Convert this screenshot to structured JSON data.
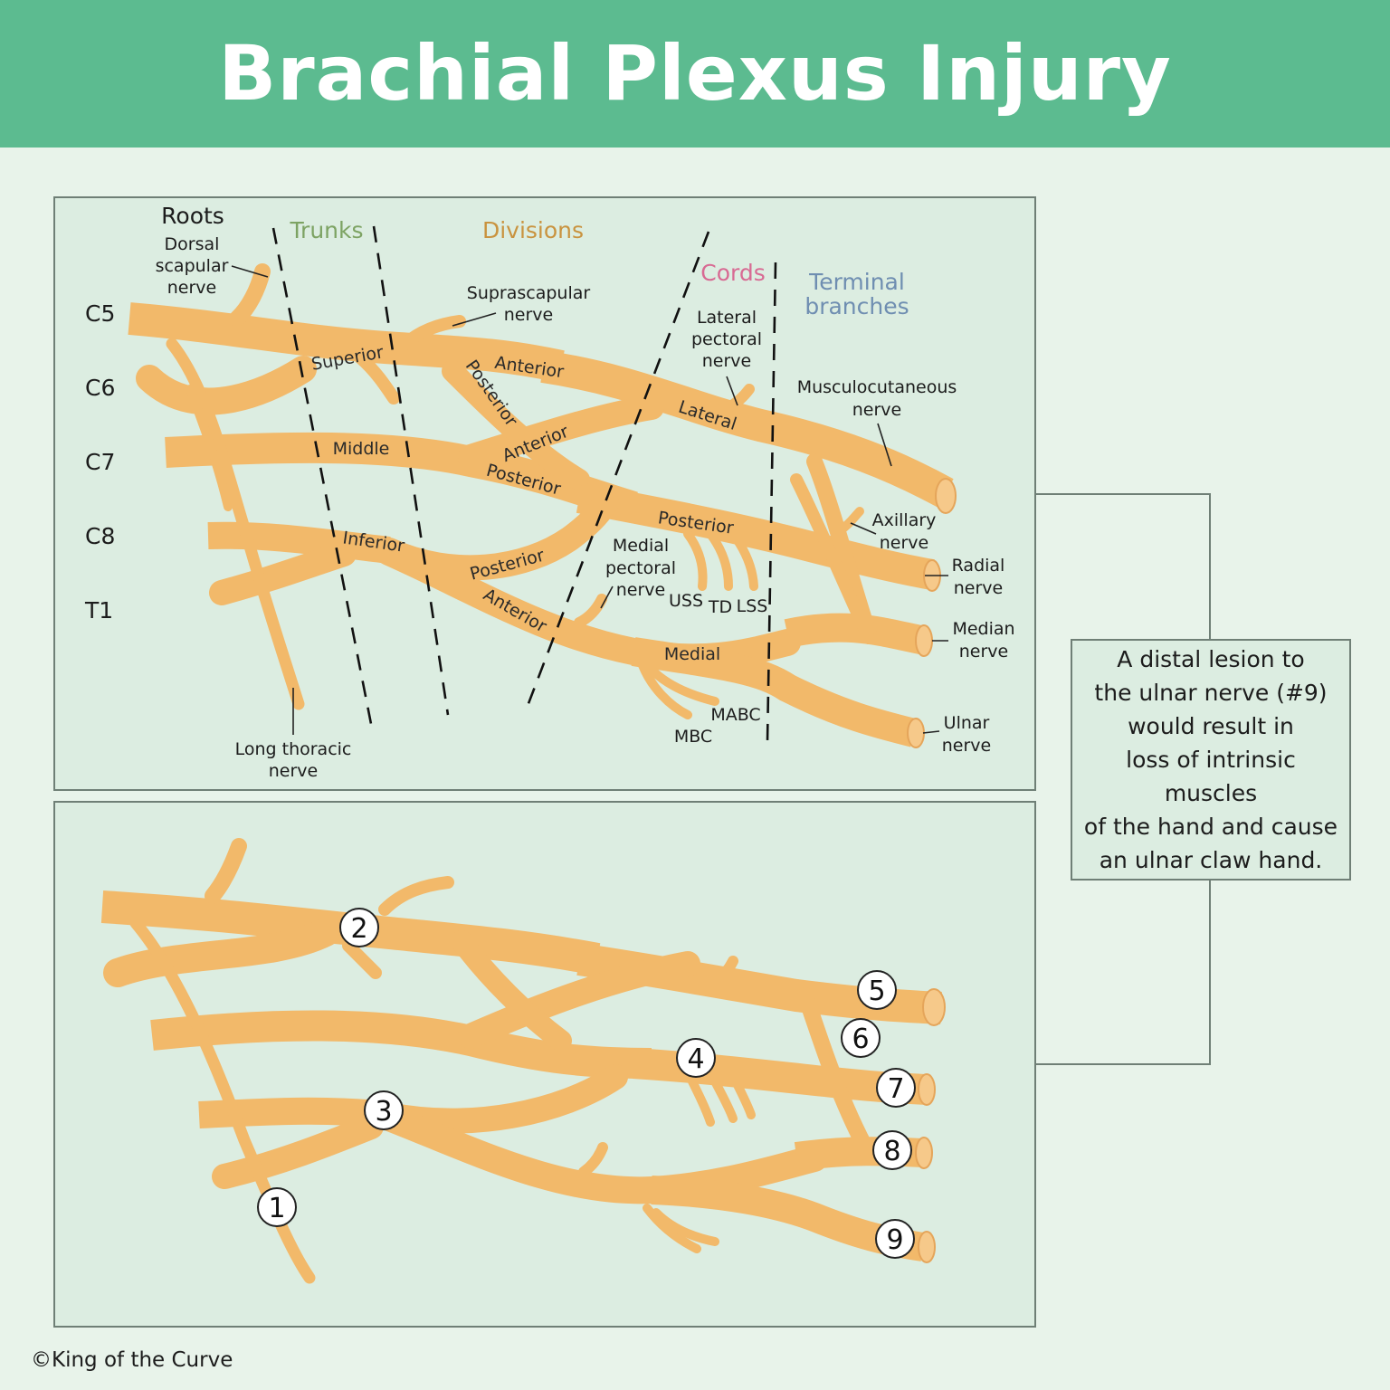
{
  "title": "Brachial Plexus Injury",
  "colors": {
    "header": "#5cbb90",
    "nerve": "#f2b96a",
    "trunks": "#7da363",
    "divisions": "#c9933f",
    "cords": "#d86a93",
    "terminal": "#6f8eb1"
  },
  "sections": {
    "roots": "Roots",
    "trunks": "Trunks",
    "divisions": "Divisions",
    "cords": "Cords",
    "terminal_line1": "Terminal",
    "terminal_line2": "branches"
  },
  "root_levels": {
    "c5": "C5",
    "c6": "C6",
    "c7": "C7",
    "c8": "C8",
    "t1": "T1"
  },
  "trunks": {
    "superior": "Superior",
    "middle": "Middle",
    "inferior": "Inferior"
  },
  "divisions": {
    "anterior1": "Anterior",
    "posterior1": "Posterior",
    "anterior2": "Anterior",
    "posterior2": "Posterior",
    "posterior3": "Posterior",
    "anterior3": "Anterior"
  },
  "cords": {
    "lateral": "Lateral",
    "posterior": "Posterior",
    "medial": "Medial"
  },
  "nerves": {
    "dorsal_scapular": [
      "Dorsal",
      "scapular",
      "nerve"
    ],
    "suprascapular": [
      "Suprascapular",
      "nerve"
    ],
    "lateral_pectoral": [
      "Lateral",
      "pectoral",
      "nerve"
    ],
    "medial_pectoral": [
      "Medial",
      "pectoral",
      "nerve"
    ],
    "long_thoracic": [
      "Long thoracic",
      "nerve"
    ],
    "musculocutaneous": [
      "Musculocutaneous",
      "nerve"
    ],
    "axillary": [
      "Axillary",
      "nerve"
    ],
    "radial": [
      "Radial",
      "nerve"
    ],
    "median": [
      "Median",
      "nerve"
    ],
    "ulnar": [
      "Ulnar",
      "nerve"
    ],
    "uss": "USS",
    "td": "TD",
    "lss": "LSS",
    "mabc": "MABC",
    "mbc": "MBC"
  },
  "numbers": [
    "1",
    "2",
    "3",
    "4",
    "5",
    "6",
    "7",
    "8",
    "9"
  ],
  "note_lines": [
    "A distal lesion to",
    "the ulnar nerve (#9)",
    "would result in",
    "loss of intrinsic muscles",
    "of the hand and cause",
    "an ulnar claw hand."
  ],
  "copyright": "©King of the Curve"
}
